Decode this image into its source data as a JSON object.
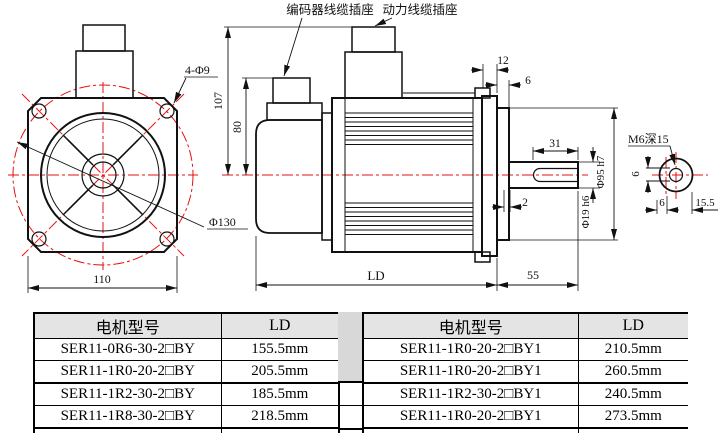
{
  "drawing": {
    "callouts": {
      "encoder_socket": "编码器线缆插座",
      "power_socket": "动力线缆插座",
      "thread_note": "M6深15"
    },
    "front_view": {
      "holes": "4-Φ9",
      "bolt_circle": "Φ130",
      "flange_width": "110"
    },
    "side_view": {
      "power_conn_height": "107",
      "encoder_conn_height": "80",
      "flange_thickness": "12",
      "spigot_depth": "6",
      "key_length": "31",
      "shoulder_gap": "2",
      "shaft_diameter": "Φ19 h6",
      "spigot_diameter": "Φ95 h7",
      "body_length": "LD",
      "shaft_extension": "55"
    },
    "end_view": {
      "key_width": "6",
      "key_offset": "6",
      "key_height": "15.5"
    },
    "colors": {
      "line": "#111111",
      "centerline": "#e90f0f"
    }
  },
  "tables": [
    {
      "header": {
        "model": "电机型号",
        "ld": "LD"
      },
      "rows": [
        {
          "model": "SER11-0R6-30-2□BY",
          "ld": "155.5mm"
        },
        {
          "model": "SER11-1R0-20-2□BY",
          "ld": "205.5mm"
        },
        {
          "model": "SER11-1R2-30-2□BY",
          "ld": "185.5mm"
        },
        {
          "model": "SER11-1R8-30-2□BY",
          "ld": "218.5mm"
        }
      ]
    },
    {
      "header": {
        "model": "电机型号",
        "ld": "LD"
      },
      "rows": [
        {
          "model": "SER11-1R0-20-2□BY1",
          "ld": "210.5mm"
        },
        {
          "model": "SER11-1R0-20-2□BY1",
          "ld": "260.5mm"
        },
        {
          "model": "SER11-1R2-30-2□BY1",
          "ld": "240.5mm"
        },
        {
          "model": "SER11-1R0-20-2□BY1",
          "ld": "273.5mm"
        }
      ]
    }
  ]
}
